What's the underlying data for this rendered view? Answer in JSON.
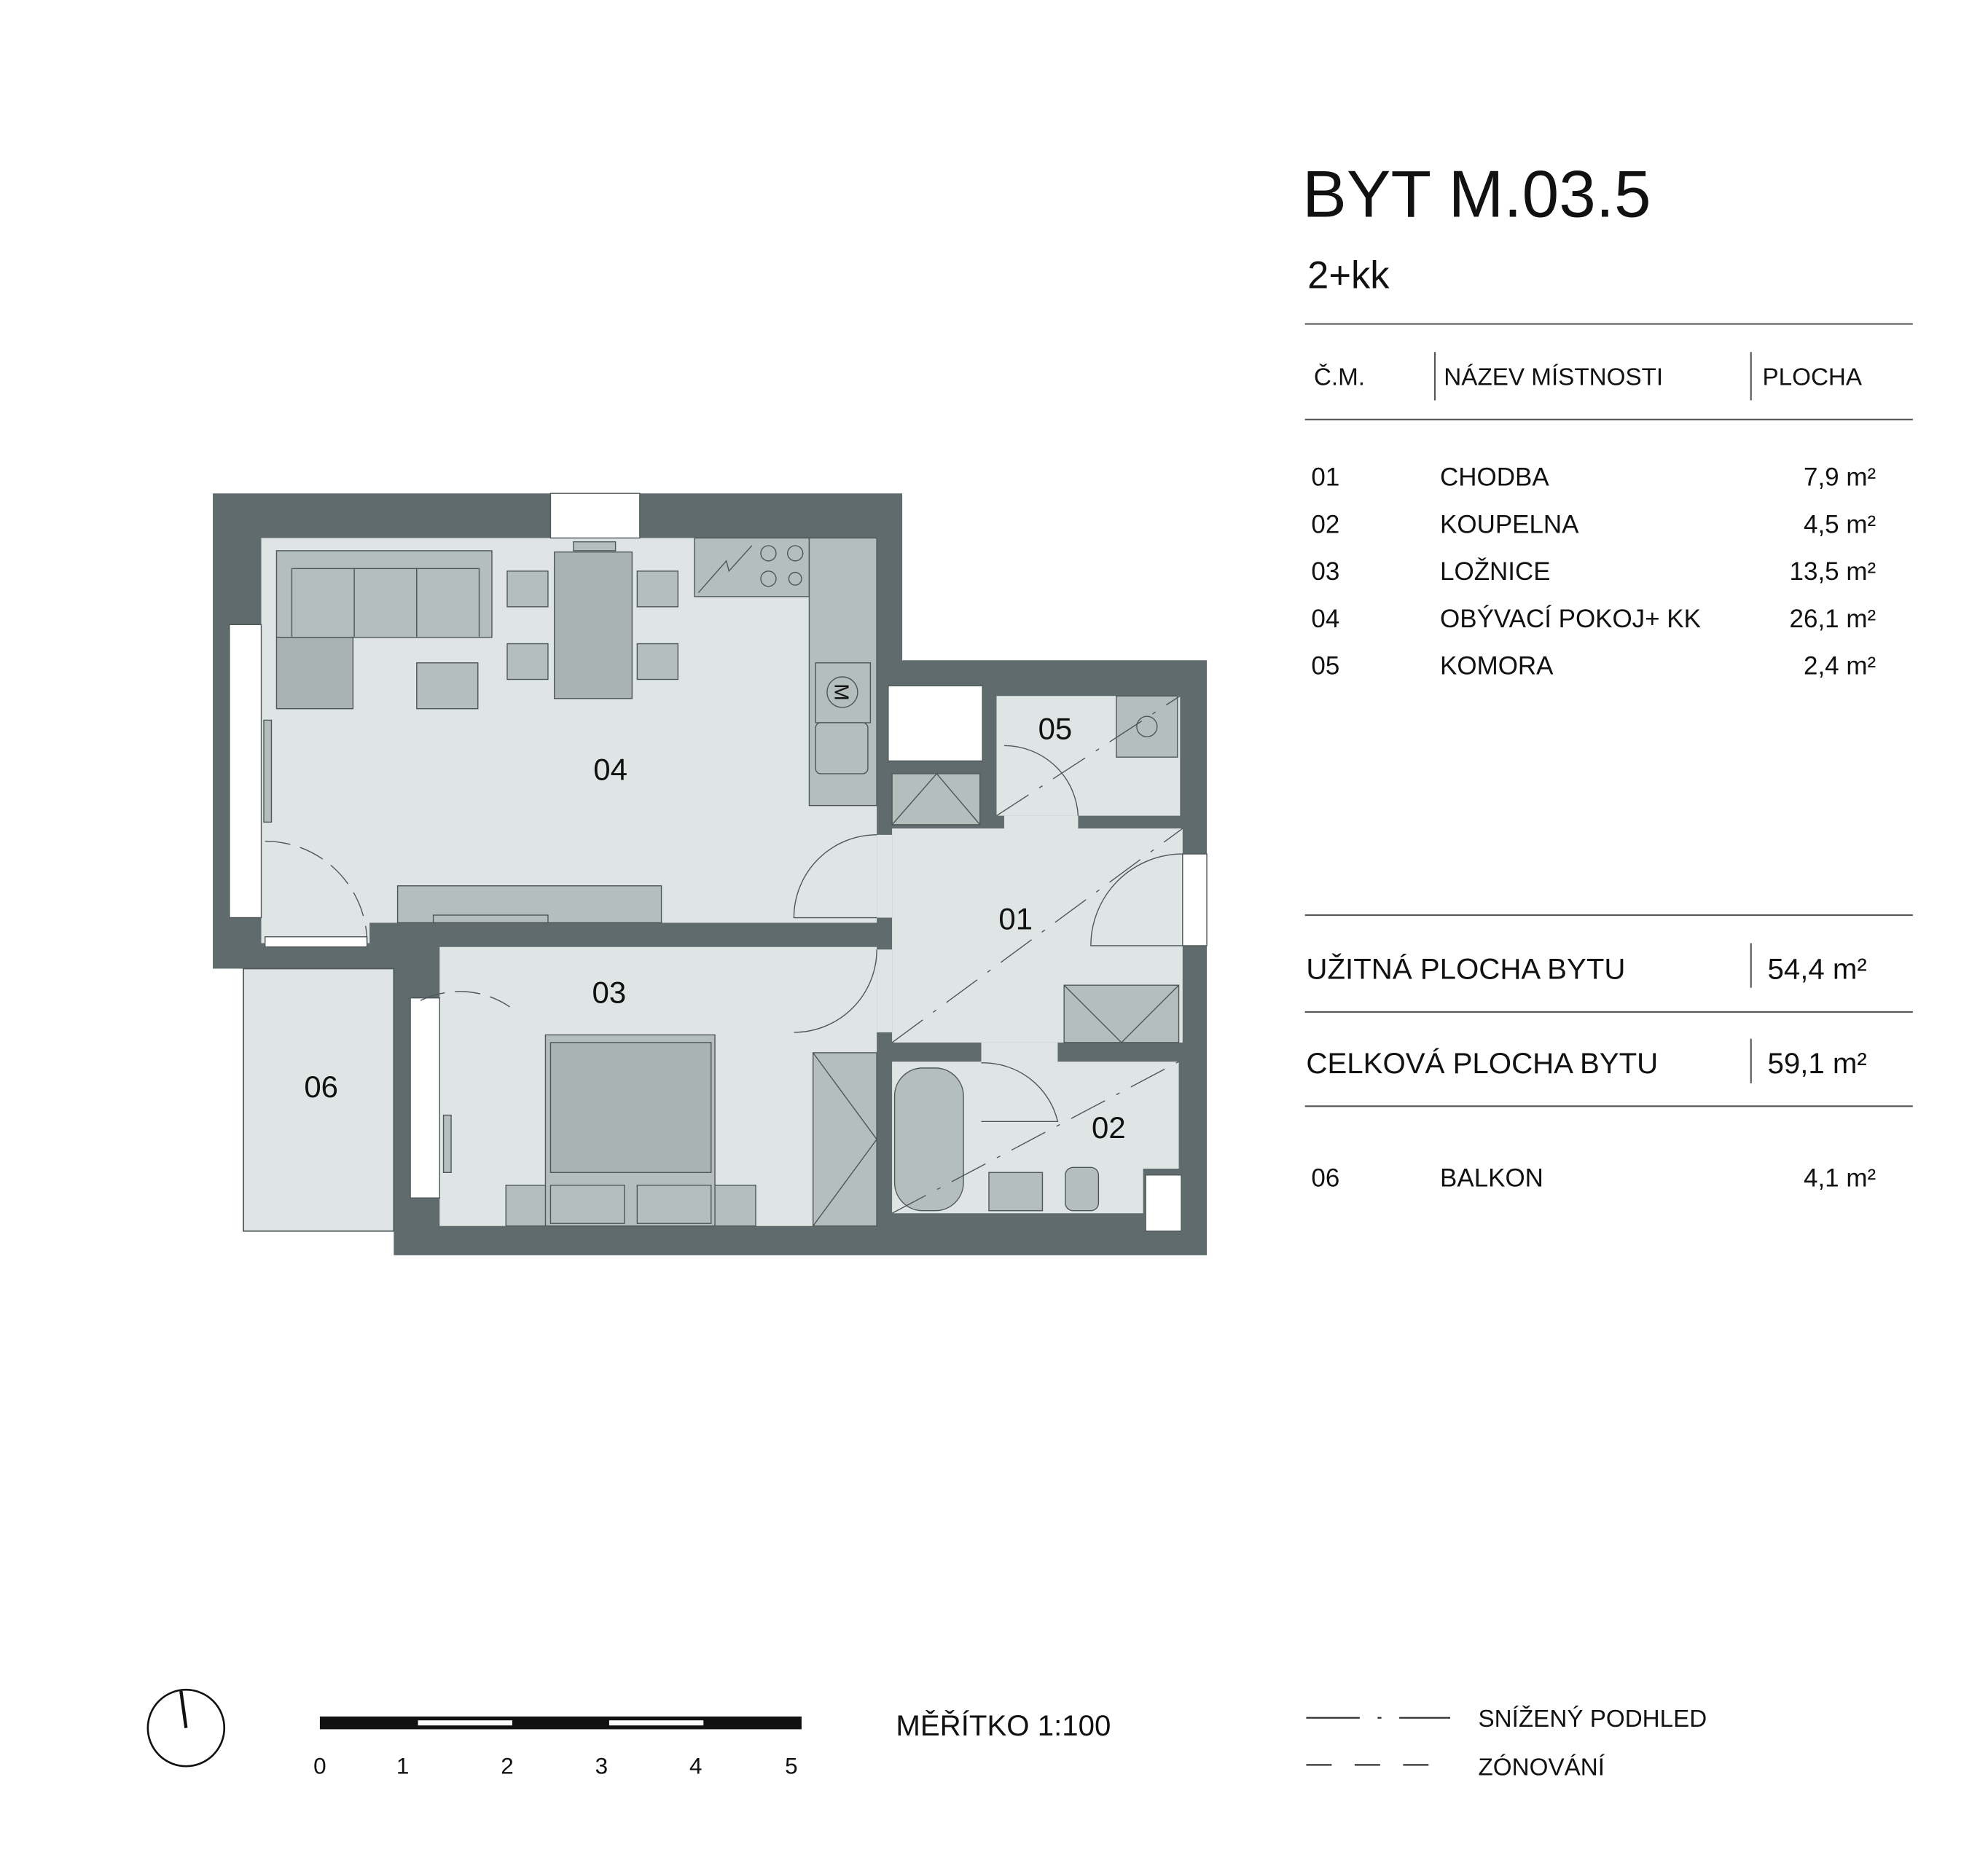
{
  "header": {
    "title": "BYT M.03.5",
    "layout_type": "2+kk"
  },
  "table": {
    "columns": [
      "Č.M.",
      "NÁZEV MÍSTNOSTI",
      "PLOCHA"
    ],
    "rows": [
      {
        "id": "01",
        "name": "CHODBA",
        "area": "7,9 m²"
      },
      {
        "id": "02",
        "name": "KOUPELNA",
        "area": "4,5 m²"
      },
      {
        "id": "03",
        "name": "LOŽNICE",
        "area": "13,5 m²"
      },
      {
        "id": "04",
        "name": "OBÝVACÍ POKOJ+ KK",
        "area": "26,1 m²"
      },
      {
        "id": "05",
        "name": "KOMORA",
        "area": "2,4 m²"
      }
    ]
  },
  "totals": {
    "usable_label": "UŽITNÁ PLOCHA BYTU",
    "usable_value": "54,4 m²",
    "total_label": "CELKOVÁ PLOCHA BYTU",
    "total_value": "59,1 m²"
  },
  "extra": {
    "id": "06",
    "name": "BALKON",
    "area": "4,1 m²"
  },
  "plan": {
    "labels": {
      "r01": "01",
      "r02": "02",
      "r03": "03",
      "r04": "04",
      "r05": "05",
      "r06": "06"
    }
  },
  "scale": {
    "label": "MĚŘÍTKO 1:100",
    "ticks": [
      "0",
      "1",
      "2",
      "3",
      "4",
      "5"
    ]
  },
  "legend": {
    "lowered_ceiling": "SNÍŽENÝ PODHLED",
    "zoning": "ZÓNOVÁNÍ"
  },
  "colors": {
    "wall": "#5f6b6d",
    "floor": "#dfe5e4",
    "furniture": "#b4bebc"
  }
}
